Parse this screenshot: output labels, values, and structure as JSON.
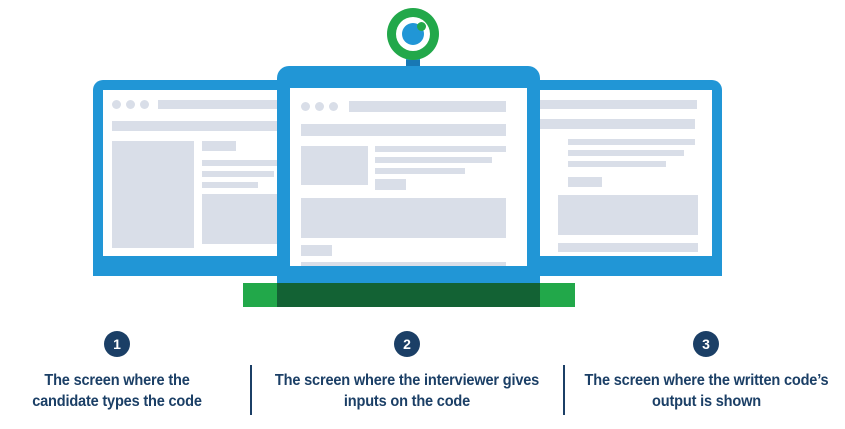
{
  "illustration": {
    "title": "Three-screen coding interview setup",
    "colors": {
      "blue": "#2196D6",
      "blue_dark": "#1878B4",
      "green": "#22A84A",
      "green_dark": "#136234",
      "navy": "#1B3F66",
      "placeholder_gray": "#D9DEE8",
      "white": "#FFFFFF"
    },
    "webcam": {
      "name": "webcam",
      "ring_color": "#22A84A",
      "lens_color": "#2196D6",
      "stem_color": "#2196D6"
    },
    "monitors": [
      {
        "id": "left",
        "label": "candidate-screen"
      },
      {
        "id": "center",
        "label": "interviewer-screen"
      },
      {
        "id": "right",
        "label": "output-screen"
      }
    ],
    "stand": {
      "neck_color": "#2196D6",
      "base_light_color": "#22A84A",
      "base_dark_color": "#136234"
    }
  },
  "steps": [
    {
      "number": "1",
      "caption": "The screen where the candidate types the code"
    },
    {
      "number": "2",
      "caption": "The screen where the interviewer gives inputs on the code"
    },
    {
      "number": "3",
      "caption": "The screen where the written code’s output is shown"
    }
  ]
}
